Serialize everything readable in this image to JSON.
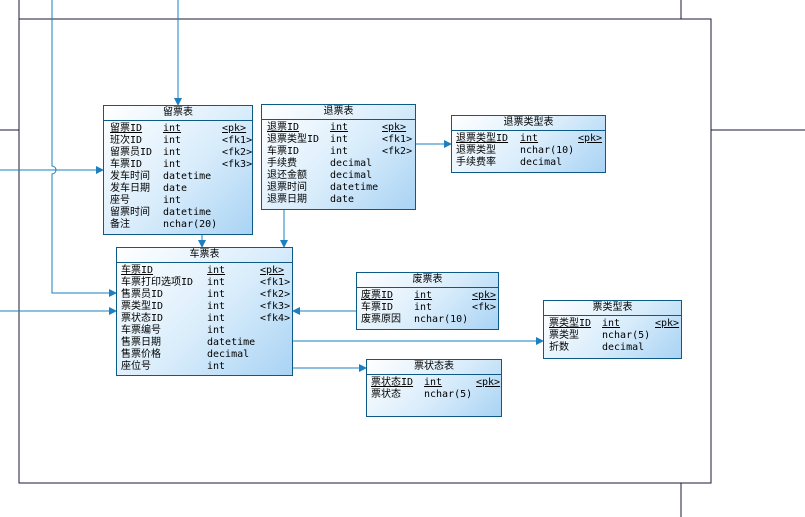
{
  "tables": {
    "liupiao": {
      "title": "留票表",
      "columns": [
        {
          "name": "留票ID",
          "type": "int",
          "key": "<pk>",
          "pk": true
        },
        {
          "name": "班次ID",
          "type": "int",
          "key": "<fk1>"
        },
        {
          "name": "留票员ID",
          "type": "int",
          "key": "<fk2>"
        },
        {
          "name": "车票ID",
          "type": "int",
          "key": "<fk3>"
        },
        {
          "name": "发车时间",
          "type": "datetime",
          "key": ""
        },
        {
          "name": "发车日期",
          "type": "date",
          "key": ""
        },
        {
          "name": "座号",
          "type": "int",
          "key": ""
        },
        {
          "name": "留票时间",
          "type": "datetime",
          "key": ""
        },
        {
          "name": "备注",
          "type": "nchar(20)",
          "key": ""
        }
      ]
    },
    "tuipiao": {
      "title": "退票表",
      "columns": [
        {
          "name": "退票ID",
          "type": "int",
          "key": "<pk>",
          "pk": true
        },
        {
          "name": "退票类型ID",
          "type": "int",
          "key": "<fk1>"
        },
        {
          "name": "车票ID",
          "type": "int",
          "key": "<fk2>"
        },
        {
          "name": "手续费",
          "type": "decimal",
          "key": ""
        },
        {
          "name": "退还金额",
          "type": "decimal",
          "key": ""
        },
        {
          "name": "退票时间",
          "type": "datetime",
          "key": ""
        },
        {
          "name": "退票日期",
          "type": "date",
          "key": ""
        }
      ]
    },
    "tuipiaoleixing": {
      "title": "退票类型表",
      "columns": [
        {
          "name": "退票类型ID",
          "type": "int",
          "key": "<pk>",
          "pk": true
        },
        {
          "name": "退票类型",
          "type": "nchar(10)",
          "key": ""
        },
        {
          "name": "手续费率",
          "type": "decimal",
          "key": ""
        }
      ]
    },
    "chepiao": {
      "title": "车票表",
      "columns": [
        {
          "name": "车票ID",
          "type": "int",
          "key": "<pk>",
          "pk": true
        },
        {
          "name": "车票打印选项ID",
          "type": "int",
          "key": "<fk1>"
        },
        {
          "name": "售票员ID",
          "type": "int",
          "key": "<fk2>"
        },
        {
          "name": "票类型ID",
          "type": "int",
          "key": "<fk3>"
        },
        {
          "name": "票状态ID",
          "type": "int",
          "key": "<fk4>"
        },
        {
          "name": "车票编号",
          "type": "int",
          "key": ""
        },
        {
          "name": "售票日期",
          "type": "datetime",
          "key": ""
        },
        {
          "name": "售票价格",
          "type": "decimal",
          "key": ""
        },
        {
          "name": "座位号",
          "type": "int",
          "key": ""
        }
      ]
    },
    "feipiao": {
      "title": "废票表",
      "columns": [
        {
          "name": "废票ID",
          "type": "int",
          "key": "<pk>",
          "pk": true
        },
        {
          "name": "车票ID",
          "type": "int",
          "key": "<fk>"
        },
        {
          "name": "废票原因",
          "type": "nchar(10)",
          "key": ""
        }
      ]
    },
    "piaoleixing": {
      "title": "票类型表",
      "columns": [
        {
          "name": "票类型ID",
          "type": "int",
          "key": "<pk>",
          "pk": true
        },
        {
          "name": "票类型",
          "type": "nchar(5)",
          "key": ""
        },
        {
          "name": "折数",
          "type": "decimal",
          "key": ""
        }
      ]
    },
    "piaozhuangtai": {
      "title": "票状态表",
      "columns": [
        {
          "name": "票状态ID",
          "type": "int",
          "key": "<pk>",
          "pk": true
        },
        {
          "name": "票状态",
          "type": "nchar(5)",
          "key": ""
        }
      ]
    }
  },
  "colors": {
    "connector": "#1b7fc0",
    "frame": "#1a1a3a",
    "entity_border": "#0e5a86"
  }
}
